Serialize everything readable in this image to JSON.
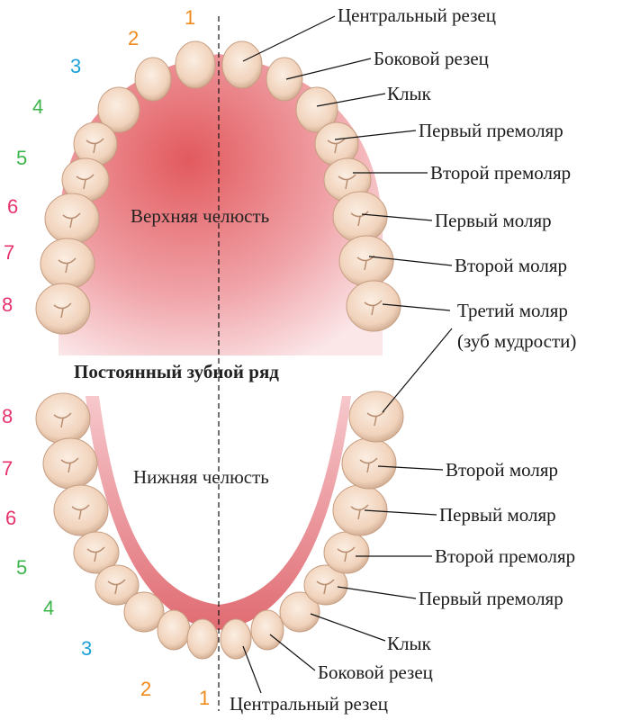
{
  "title": "Постоянный зубной ряд",
  "upper_jaw_label": "Верхняя челюсть",
  "lower_jaw_label": "Нижняя челюсть",
  "upper_labels": [
    "Центральный резец",
    "Боковой резец",
    "Клык",
    "Первый премоляр",
    "Второй премоляр",
    "Первый моляр",
    "Второй моляр",
    "Третий моляр",
    "(зуб мудрости)"
  ],
  "lower_labels": [
    "Второй моляр",
    "Первый моляр",
    "Второй премоляр",
    "Первый премоляр",
    "Клык",
    "Боковой резец",
    "Центральный резец"
  ],
  "numbers": [
    "1",
    "2",
    "3",
    "4",
    "5",
    "6",
    "7",
    "8"
  ],
  "colors": {
    "orange": "#f08a1c",
    "blue": "#1ea0d8",
    "green": "#3cb54a",
    "pink": "#e6336c",
    "tooth": "#f3d9c4",
    "gum": "#e2606a"
  }
}
